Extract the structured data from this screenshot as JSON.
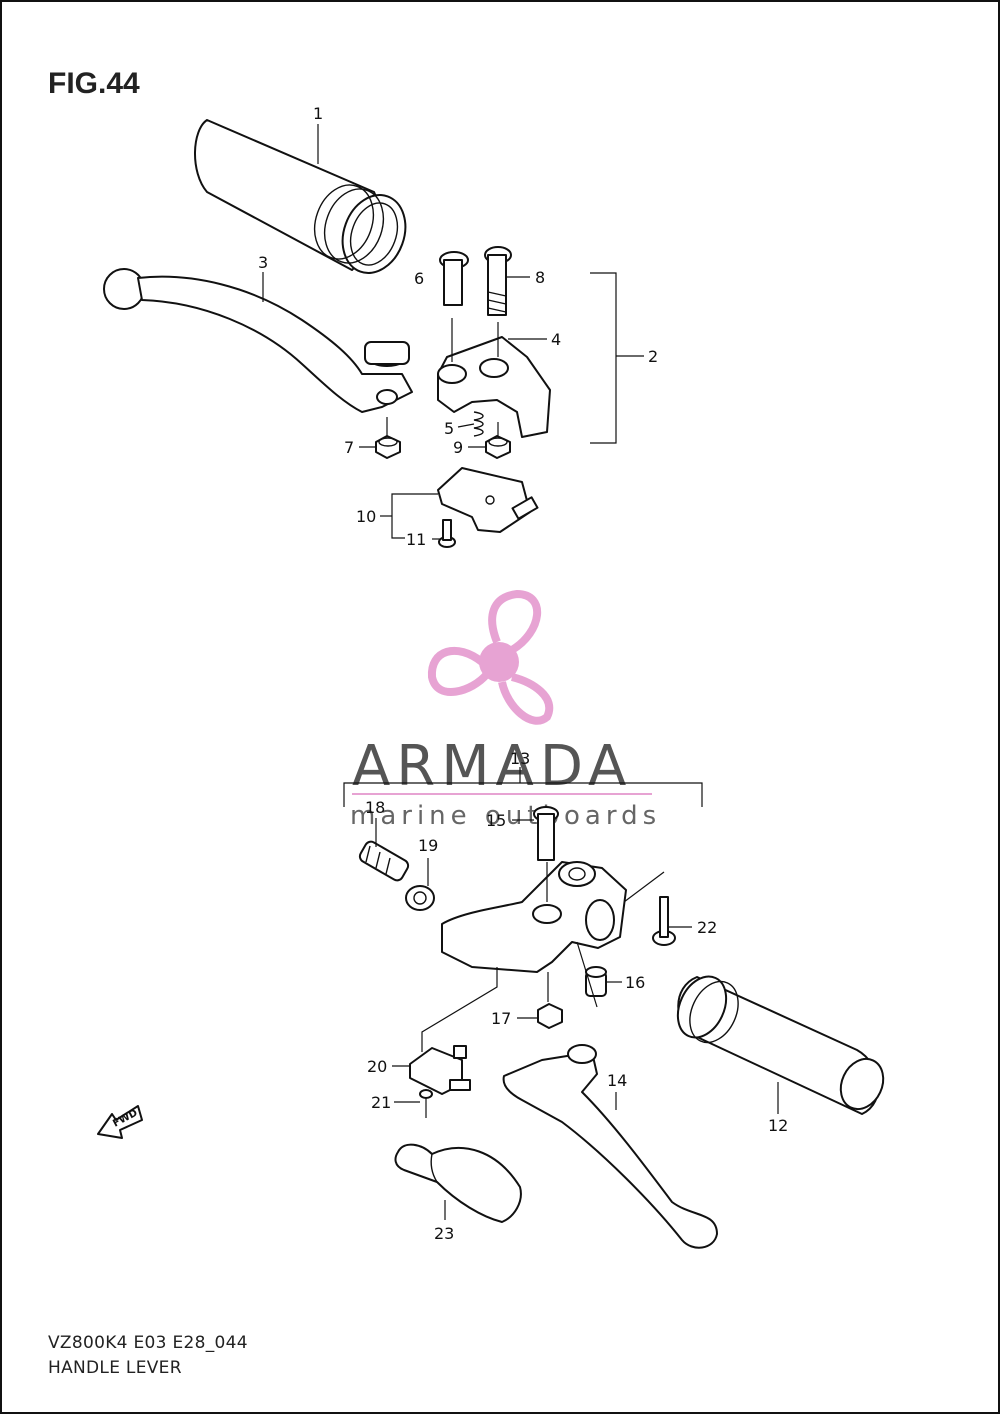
{
  "figure": {
    "title": "FIG.44"
  },
  "callouts": {
    "p1": "1",
    "p2": "2",
    "p3": "3",
    "p4": "4",
    "p5": "5",
    "p6": "6",
    "p7": "7",
    "p8": "8",
    "p9": "9",
    "p10": "10",
    "p11": "11",
    "p12": "12",
    "p13": "13",
    "p14": "14",
    "p15": "15",
    "p16": "16",
    "p17": "17",
    "p18": "18",
    "p19": "19",
    "p20": "20",
    "p21": "21",
    "p22": "22",
    "p23": "23"
  },
  "fwd_marker": "FWD",
  "watermark": {
    "name": "ARMADA",
    "tagline": "marine outboards",
    "color": "#e7a3d3"
  },
  "footer": {
    "model_code": "VZ800K4 E03 E28_044",
    "caption": "HANDLE LEVER"
  }
}
